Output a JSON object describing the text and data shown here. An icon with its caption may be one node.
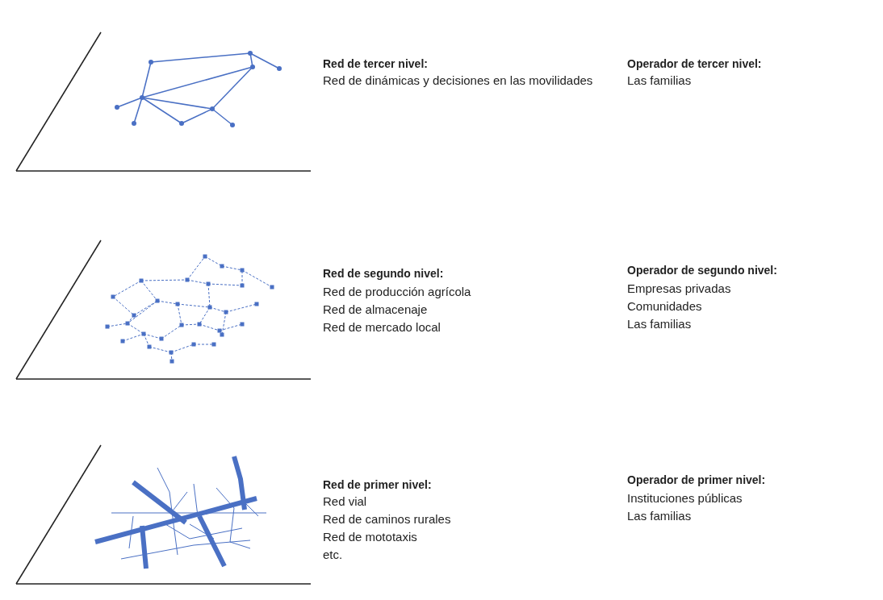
{
  "diagram": {
    "labels": [
      "Red de tercer nivel:",
      "Red de dinámicas y decisiones en las movilidades",
      "Operador de tercer nivel:",
      "Las familias",
      "Red de segundo nivel:",
      "Red de producción agrícola",
      "Red de almacenaje",
      "Red de mercado local",
      "Operador de segundo nivel:",
      "Empresas privadas",
      "Comunidades",
      "Las familias",
      "Red de primer nivel:",
      "Red vial",
      "Red de caminos rurales",
      "Red de mototaxis",
      "etc.",
      "Operador de primer nivel:",
      "Instituciones públicas",
      "Las familias"
    ]
  }
}
